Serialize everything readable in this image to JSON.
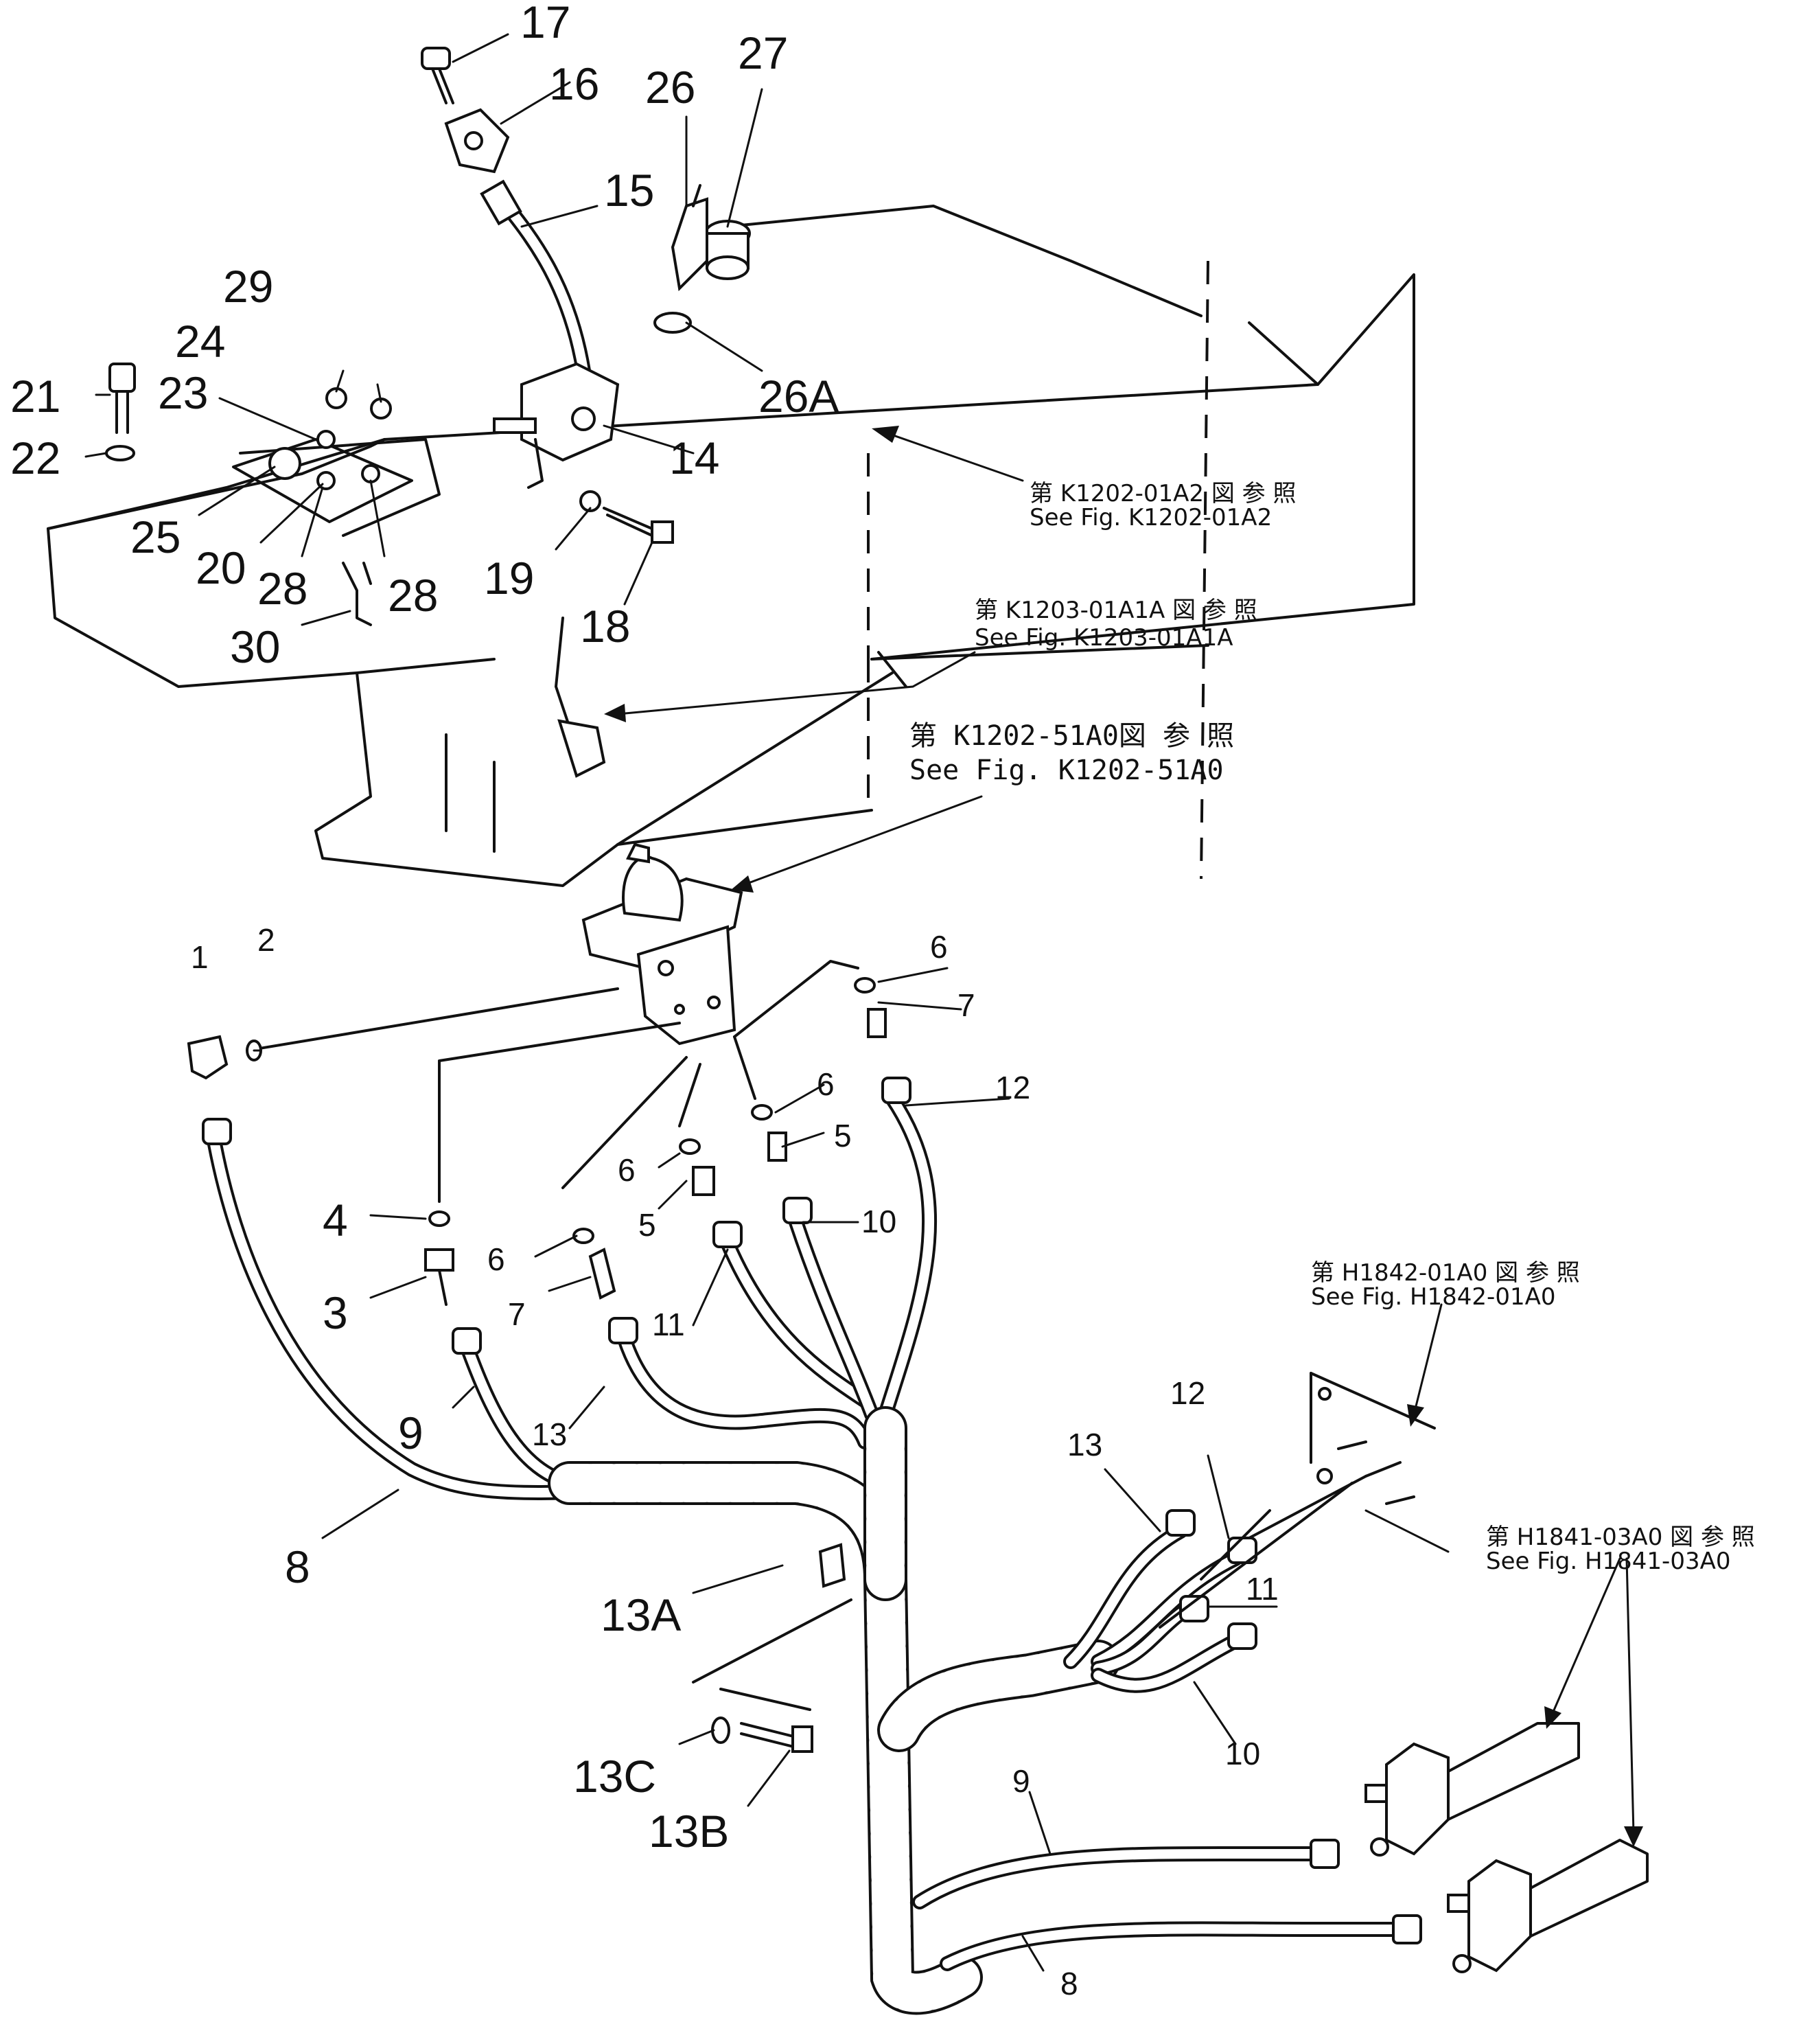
{
  "callouts": {
    "p1": "1",
    "p2": "2",
    "p3": "3",
    "p4": "4",
    "p5a": "5",
    "p5b": "5",
    "p6a": "6",
    "p6b": "6",
    "p6c": "6",
    "p6d": "6",
    "p7a": "7",
    "p7b": "7",
    "p8a": "8",
    "p8b": "8",
    "p9a": "9",
    "p9b": "9",
    "p10a": "10",
    "p10b": "10",
    "p11a": "11",
    "p11b": "11",
    "p12a": "12",
    "p12b": "12",
    "p13a": "13",
    "p13b": "13",
    "p13A": "13A",
    "p13B": "13B",
    "p13C": "13C",
    "p14": "14",
    "p15": "15",
    "p16": "16",
    "p17": "17",
    "p18": "18",
    "p19": "19",
    "p20": "20",
    "p21": "21",
    "p22": "22",
    "p23": "23",
    "p24": "24",
    "p25": "25",
    "p26": "26",
    "p26A": "26A",
    "p27": "27",
    "p28a": "28",
    "p28b": "28",
    "p29": "29",
    "p30": "30"
  },
  "references": {
    "r1_jp": "第 K1202-01A2 図 参 照",
    "r1_en": "See Fig. K1202-01A2",
    "r2_jp": "第 K1203-01A1A 図 参 照",
    "r2_en": "See Fig. K1203-01A1A",
    "r3_jp": "第 K1202-51A0図 参 照",
    "r3_en": "See Fig. K1202-51A0",
    "r4_jp": "第 H1842-01A0 図 参 照",
    "r4_en": "See Fig. H1842-01A0",
    "r5_jp": "第 H1841-03A0 図 参 照",
    "r5_en": "See Fig. H1841-03A0"
  }
}
